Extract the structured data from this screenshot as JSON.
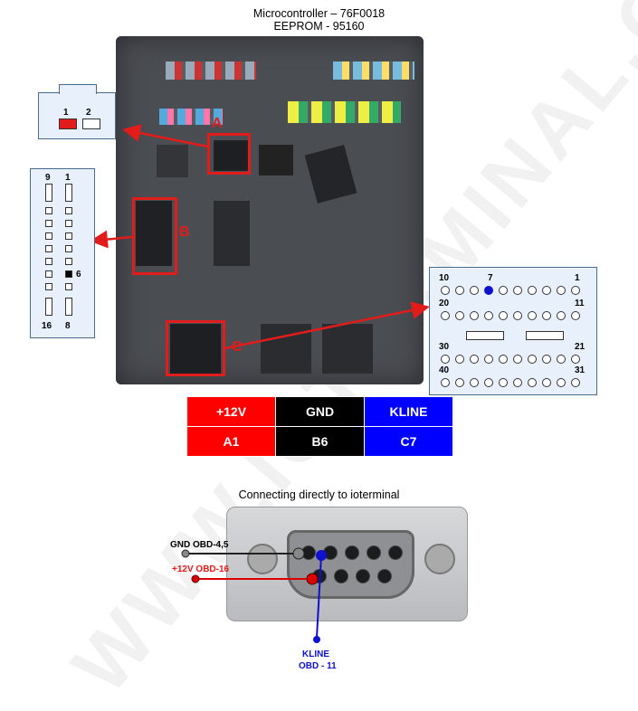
{
  "header": {
    "line1": "Microcontroller – 76F0018",
    "line2": "EEPROM - 95160"
  },
  "connector_a": {
    "pin1": "1",
    "pin2": "2",
    "callout": "A"
  },
  "connector_b": {
    "pin9": "9",
    "pin1": "1",
    "pin6": "6",
    "pin16": "16",
    "pin8": "8",
    "callout": "B"
  },
  "connector_c": {
    "pin10": "10",
    "pin7": "7",
    "pin1": "1",
    "pin20": "20",
    "pin11": "11",
    "pin30": "30",
    "pin21": "21",
    "pin40": "40",
    "pin31": "31",
    "callout": "C"
  },
  "table": {
    "headers": [
      "+12V",
      "GND",
      "KLINE"
    ],
    "values": [
      "A1",
      "B6",
      "C7"
    ],
    "colors": [
      "#ff0000",
      "#000000",
      "#0000ff"
    ]
  },
  "subtitle": "Connecting directly to ioterminal",
  "obd": {
    "gnd": "GND OBD-4,5",
    "v12": "+12V OBD-16",
    "kline1": "KLINE",
    "kline2": "OBD - 11"
  },
  "watermark": "WWW.IOTERMINAL.COM",
  "colors": {
    "red": "#e21b1b",
    "blue": "#1010d0",
    "box_bg": "#e8f1fb"
  }
}
